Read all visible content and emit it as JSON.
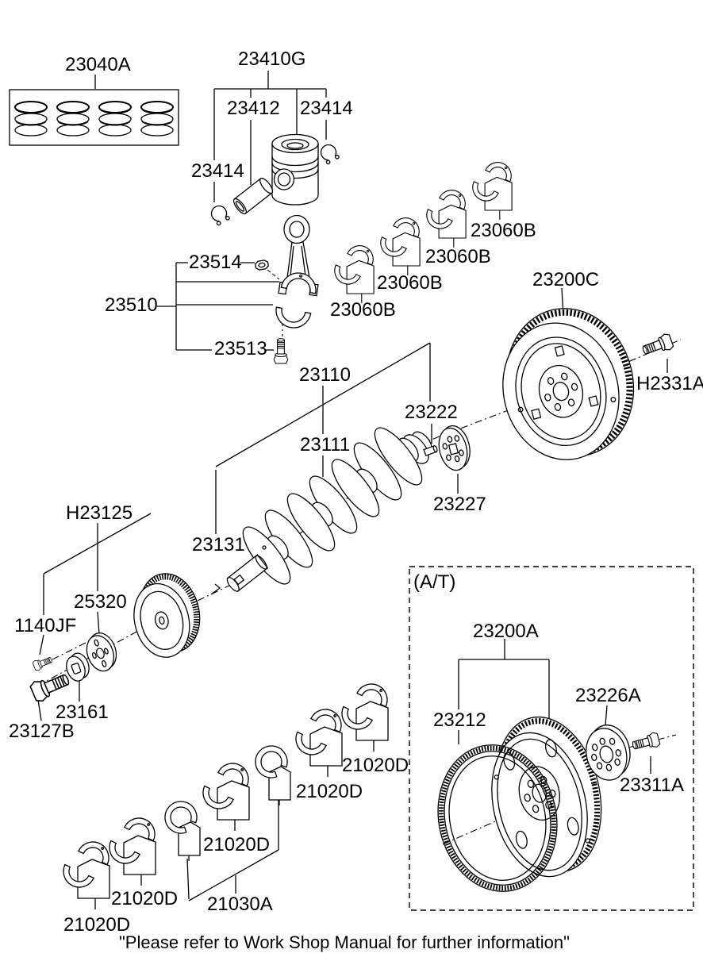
{
  "parts": {
    "ring_set": "23040A",
    "piston_assy": "23410G",
    "piston_pin": "23412",
    "snap_ring": "23414",
    "rod_nut": "23514",
    "conrod": "23510",
    "rod_bolt": "23513",
    "rod_bearing": "23060B",
    "flywheel": "23200C",
    "flywheel_bolt": "H2331A",
    "crankshaft_assy": "23110",
    "crankshaft": "23111",
    "dowel_pin": "23222",
    "crank_adapter_plate": "23227",
    "crank_front_end": "23131",
    "damper_pulley": "H23125",
    "pulley_flange": "25320",
    "flange_bolt": "1140JF",
    "pulley_washer": "23161",
    "pulley_bolt": "23127B",
    "main_bearing": "21020D",
    "thrust_washer_set": "21030A",
    "transmission_type": "(A/T)",
    "driveplate_assy": "23200A",
    "ring_gear": "23212",
    "at_adapter_plate": "23226A",
    "driveplate_bolt": "23311A"
  },
  "footer": {
    "note": "\"Please refer to Work Shop Manual for further information\""
  }
}
